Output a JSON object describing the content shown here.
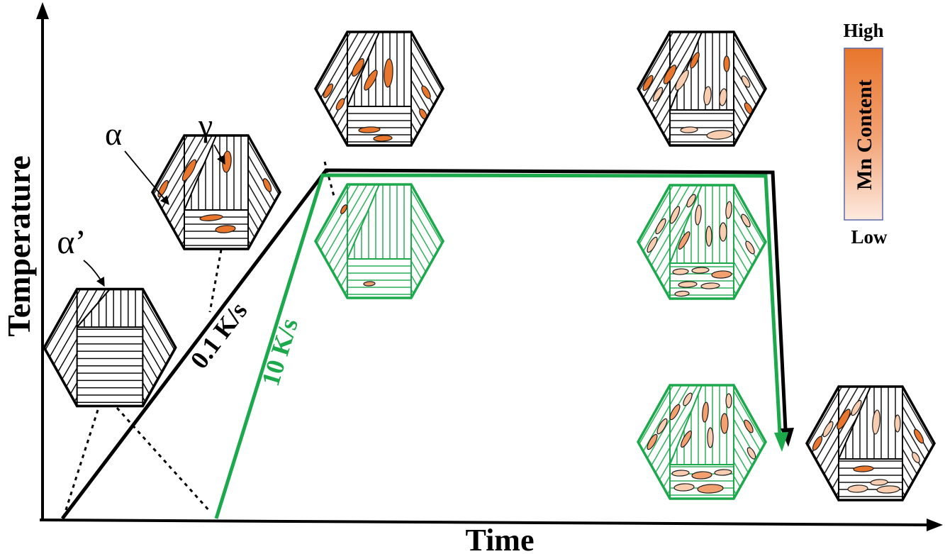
{
  "axes": {
    "y_label": "Temperature",
    "x_label": "Time"
  },
  "heating_rates": {
    "slow": "0.1 K/s",
    "fast": "10 K/s"
  },
  "phase_labels": {
    "alpha_prime": "α’",
    "alpha": "α",
    "gamma": "γ"
  },
  "legend": {
    "high": "High",
    "title": "Mn Content",
    "low": "Low"
  },
  "colors": {
    "slow_path": "#000000",
    "fast_path": "#1ba94c",
    "mn_high": "#e8762c",
    "mn_medium": "#f2a070",
    "mn_low": "#f8cdb0",
    "mn_lowest": "#fdeadf",
    "legend_border": "#5a68a8"
  }
}
